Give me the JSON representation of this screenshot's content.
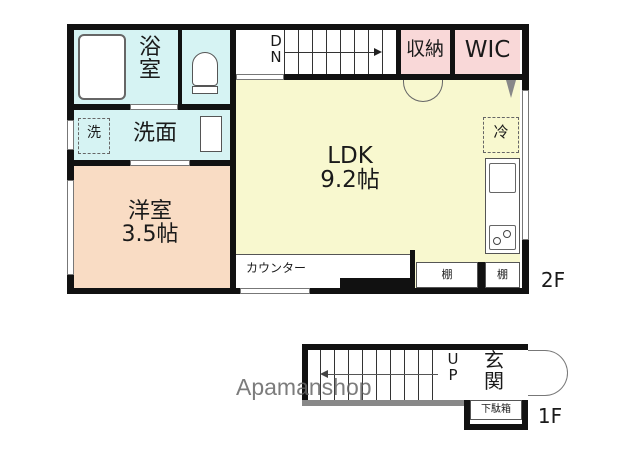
{
  "floors": {
    "second": {
      "label": "2F",
      "rooms": {
        "bath": {
          "label_line1": "浴",
          "label_line2": "室",
          "color": "#d6f3f3"
        },
        "toilet": {
          "color": "#d6f3f3"
        },
        "washroom": {
          "label": "洗面",
          "washer_label": "洗",
          "color": "#d6f3f3"
        },
        "western_room": {
          "label_line1": "洋室",
          "label_line2": "3.5帖",
          "color": "#f9dcc4"
        },
        "ldk": {
          "label_line1": "LDK",
          "label_line2": "9.2帖",
          "color": "#f8f8cf"
        },
        "storage": {
          "label": "収納",
          "color": "#f9d8d8"
        },
        "wic": {
          "label": "WIC",
          "color": "#f9d8d8"
        },
        "fridge": {
          "label": "冷"
        },
        "counter": {
          "label": "カウンター"
        },
        "shelf_left": {
          "label": "棚"
        },
        "shelf_right": {
          "label": "棚"
        }
      },
      "stairs": {
        "direction_line1": "D",
        "direction_line2": "N"
      }
    },
    "first": {
      "label": "1F",
      "entrance": {
        "label_line1": "玄",
        "label_line2": "関"
      },
      "shoe_box": {
        "label": "下駄箱"
      },
      "stairs": {
        "direction_line1": "U",
        "direction_line2": "P"
      }
    }
  },
  "watermark": "Apamanshop"
}
